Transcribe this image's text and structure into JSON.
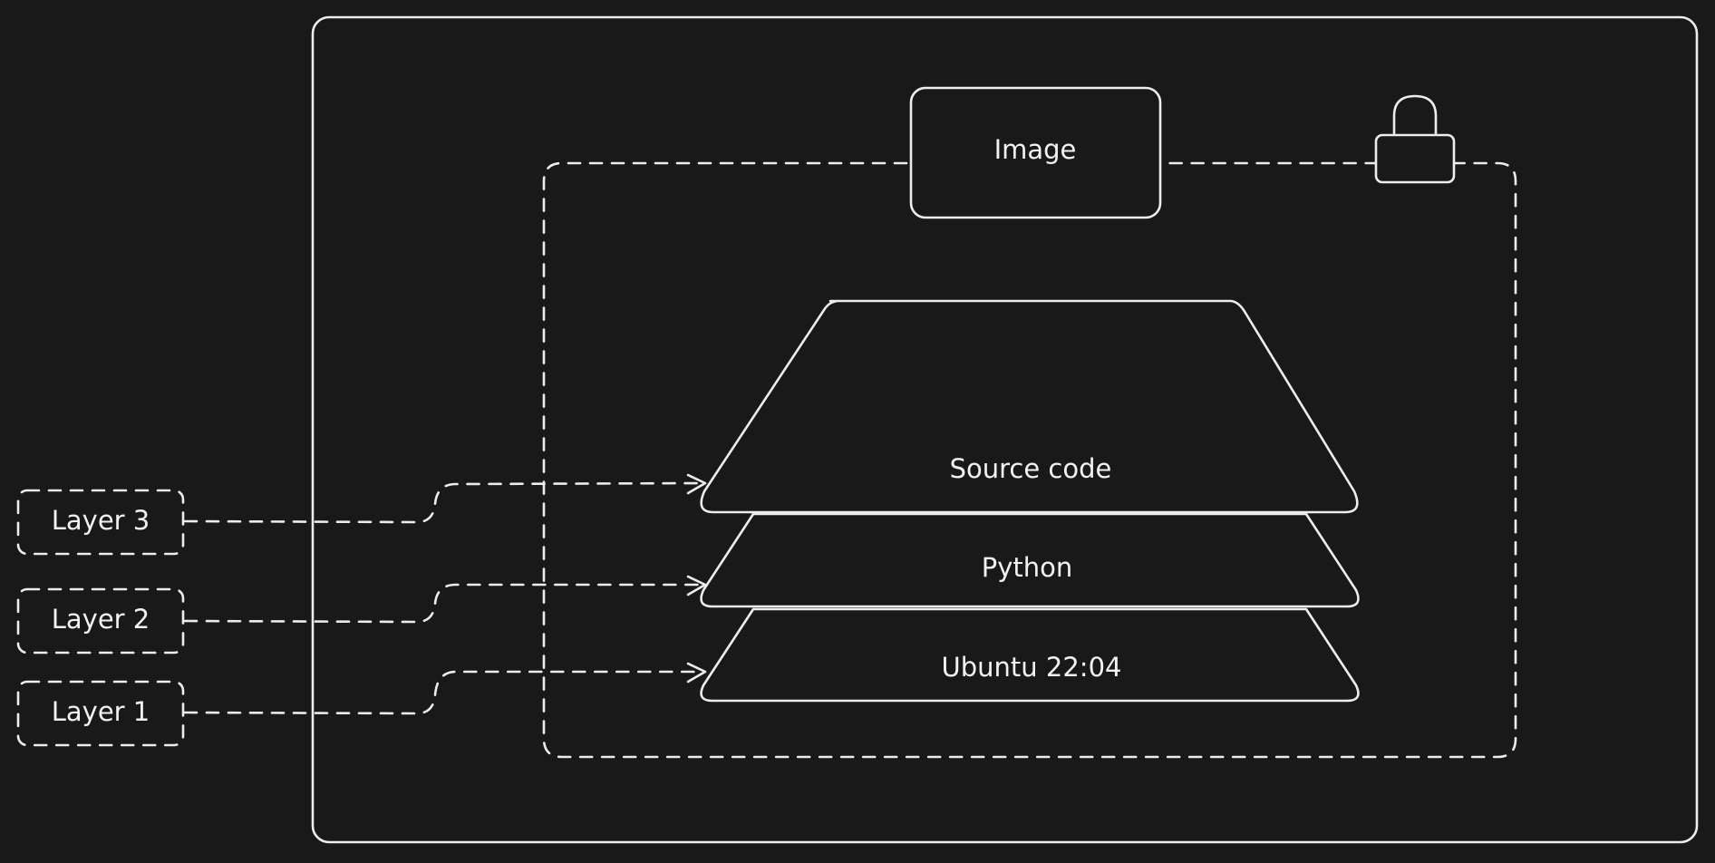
{
  "diagram": {
    "image_label": "Image",
    "stack": {
      "source_code": "Source code",
      "python": "Python",
      "ubuntu": "Ubuntu 22:04"
    },
    "layers": [
      {
        "label": "Layer 3"
      },
      {
        "label": "Layer 2"
      },
      {
        "label": "Layer 1"
      }
    ],
    "colors": {
      "background": "#191919",
      "stroke": "#ededed",
      "text": "#f2f2f2"
    },
    "icons": {
      "lock": "lock-icon"
    }
  }
}
